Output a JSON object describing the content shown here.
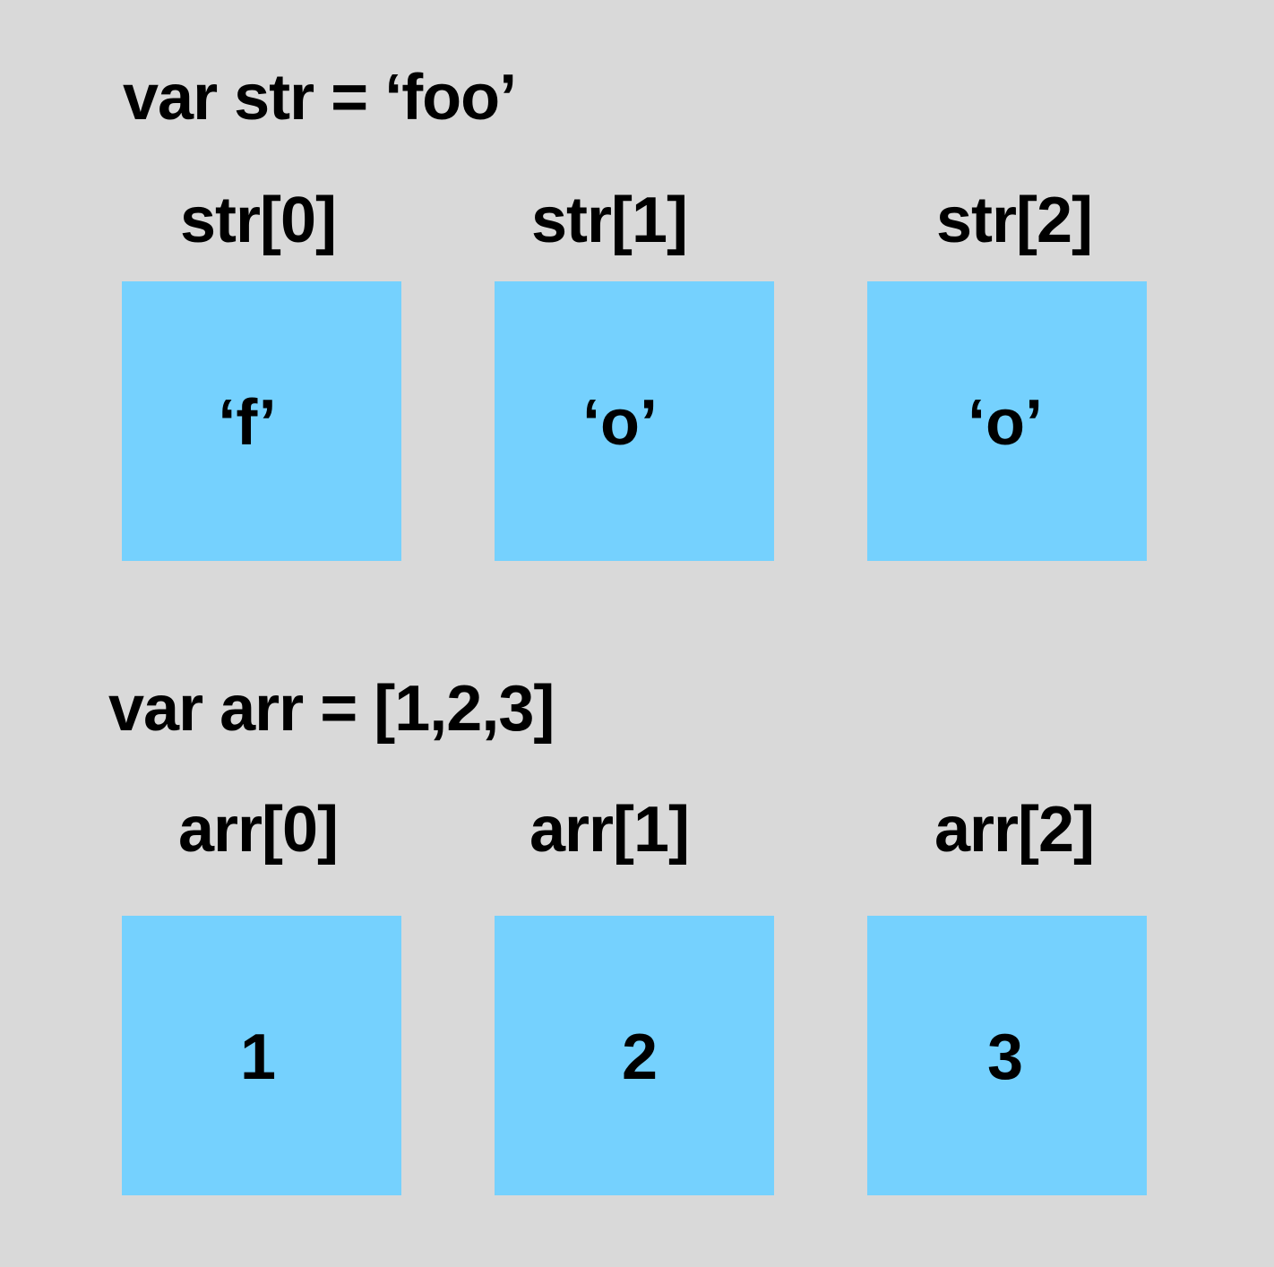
{
  "string_section": {
    "declaration": "var str = ‘foo’",
    "cells": [
      {
        "index_label": "str[0]",
        "value": "‘f’"
      },
      {
        "index_label": "str[1]",
        "value": "‘o’"
      },
      {
        "index_label": "str[2]",
        "value": "‘o’"
      }
    ]
  },
  "array_section": {
    "declaration": "var arr = [1,2,3]",
    "cells": [
      {
        "index_label": "arr[0]",
        "value": "1"
      },
      {
        "index_label": "arr[1]",
        "value": "2"
      },
      {
        "index_label": "arr[2]",
        "value": "3"
      }
    ]
  },
  "colors": {
    "background": "#d9d9d9",
    "cell_fill": "#75d1fe",
    "text": "#000000"
  }
}
